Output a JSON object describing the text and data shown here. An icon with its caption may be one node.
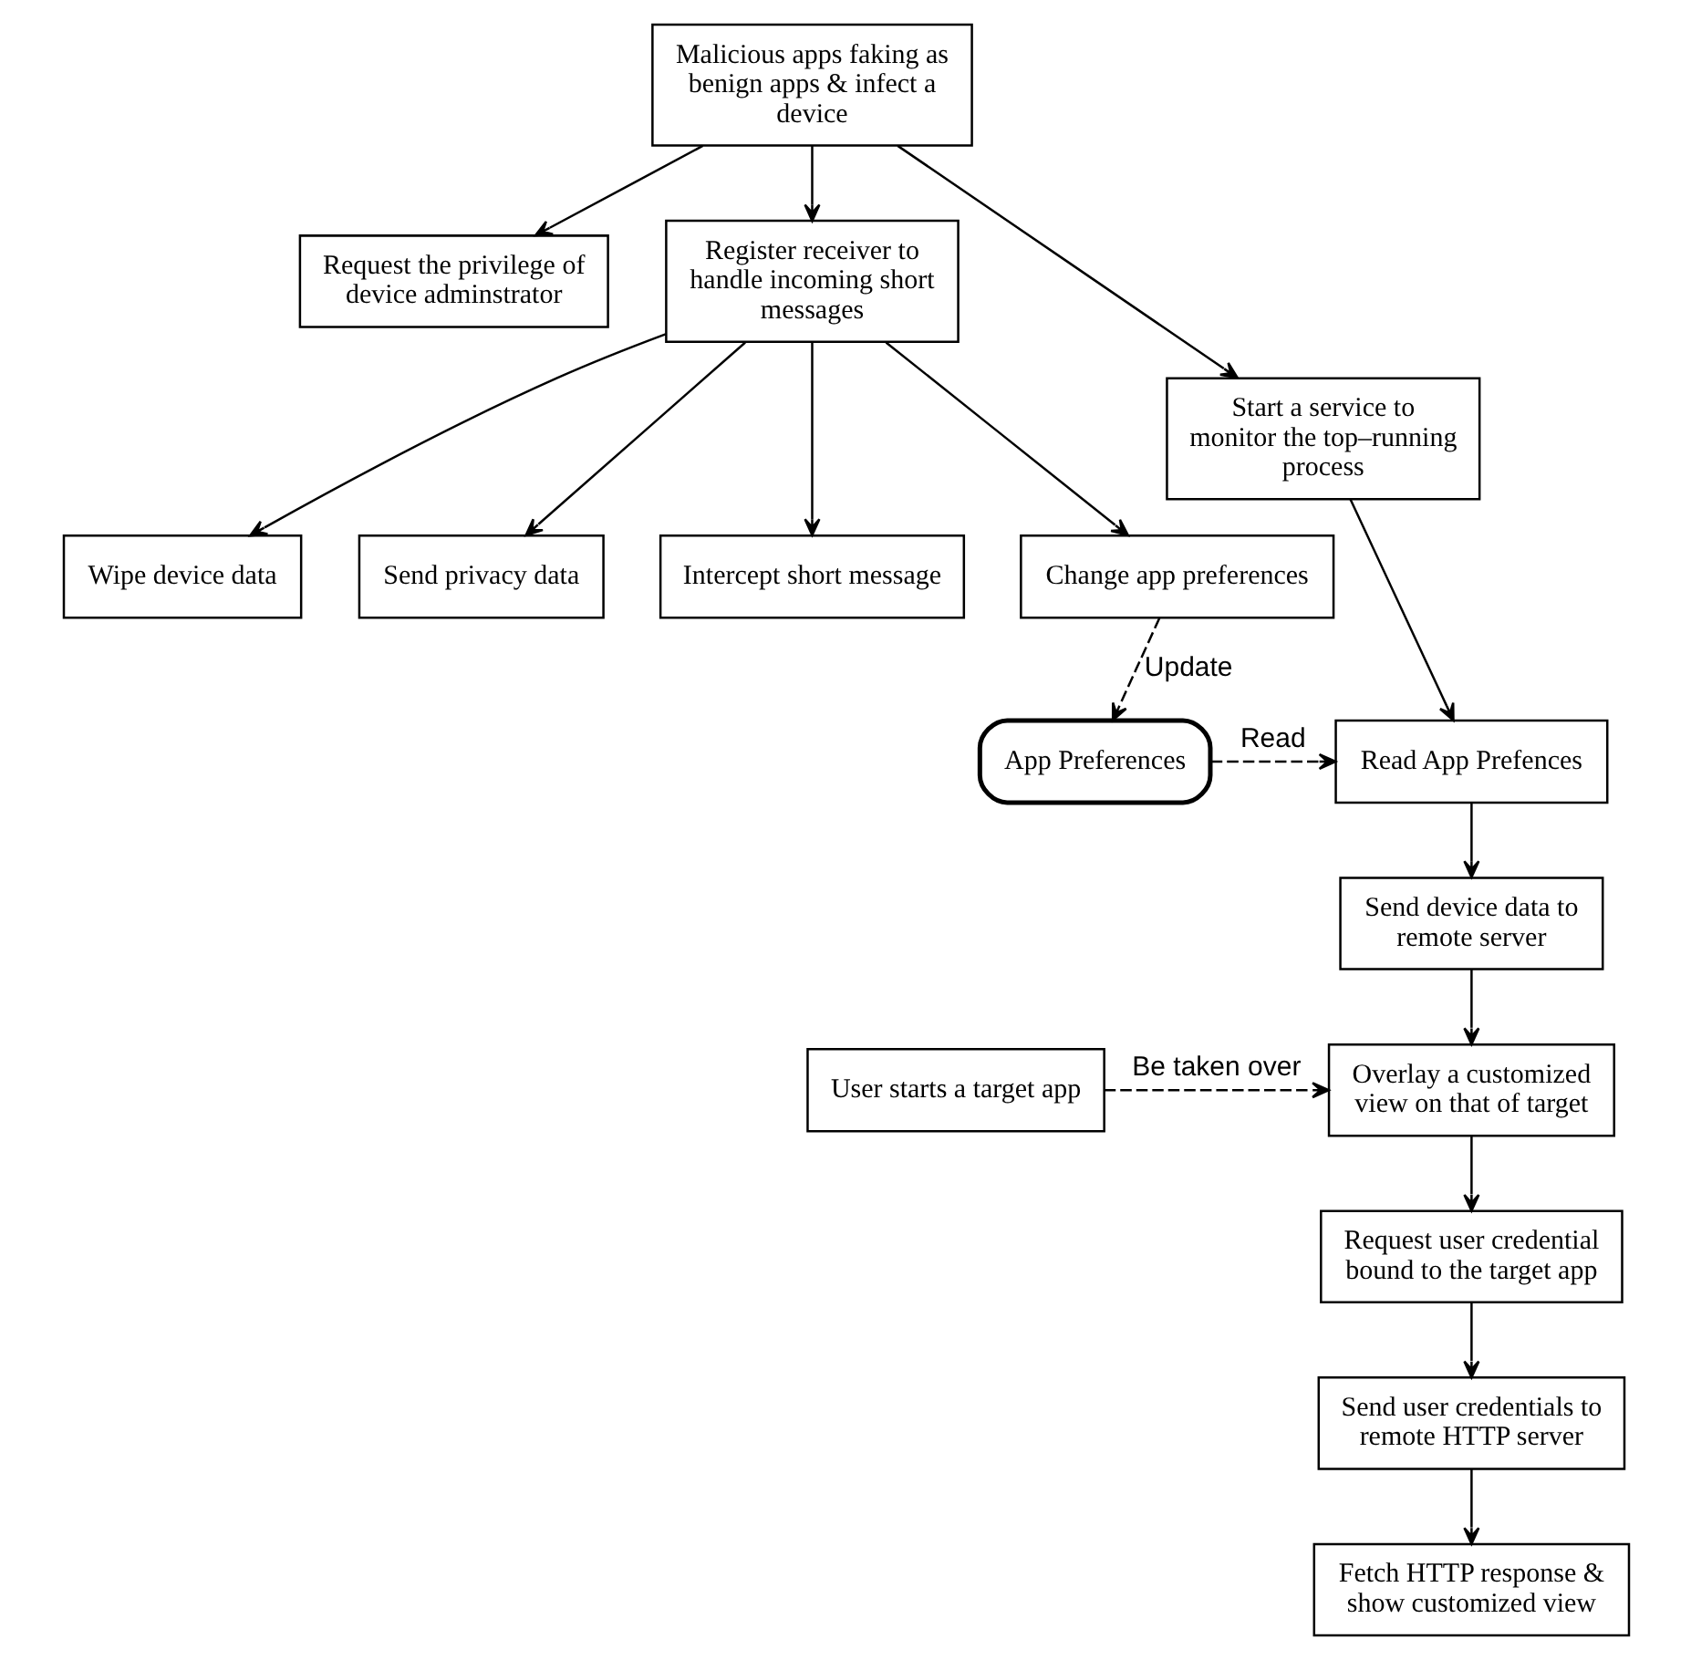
{
  "diagram": {
    "nodes": [
      {
        "text": [
          "Malicious apps faking as benign apps & infect a device"
        ]
      },
      {
        "text": [
          "Request the privilege of device adminstrator"
        ]
      },
      {
        "text": [
          "Register receiver to handle incoming short messages"
        ]
      },
      {
        "text": [
          "Start a service to monitor the top–running process"
        ]
      },
      {
        "text": [
          "Wipe device data"
        ]
      },
      {
        "text": [
          "Send privacy data"
        ]
      },
      {
        "text": [
          "Intercept short message"
        ]
      },
      {
        "text": [
          "Change app preferences"
        ]
      },
      {
        "text": [
          "App Preferences"
        ]
      },
      {
        "text": [
          "Read App Prefences"
        ]
      },
      {
        "text": [
          "Send device data to remote server"
        ]
      },
      {
        "text": [
          "Overlay a customized view on that of target"
        ]
      },
      {
        "text": [
          "User starts a target app"
        ]
      },
      {
        "text": [
          "Request user credential bound to the target app"
        ]
      },
      {
        "text": [
          "Send user credentials to remote HTTP server"
        ]
      },
      {
        "text": [
          "Fetch HTTP response & show customized view"
        ]
      }
    ],
    "edges": [
      {
        "from": 0,
        "to": 1,
        "arrow": "to"
      },
      {
        "from": 0,
        "to": 2,
        "arrow": "to"
      },
      {
        "from": 0,
        "to": 3,
        "arrow": "to"
      },
      {
        "from": 2,
        "to": 4,
        "arrow": "to"
      },
      {
        "from": 2,
        "to": 5,
        "arrow": "to"
      },
      {
        "from": 2,
        "to": 6,
        "arrow": "to"
      },
      {
        "from": 2,
        "to": 7,
        "arrow": "to"
      },
      {
        "from": 7,
        "to": 8,
        "arrow": "to",
        "style": "dashed",
        "label": "Update"
      },
      {
        "from": 8,
        "to": 9,
        "arrow": "to",
        "style": "dashed",
        "label": "Read"
      },
      {
        "from": 3,
        "to": 9,
        "arrow": "to"
      },
      {
        "from": 9,
        "to": 10,
        "arrow": "to"
      },
      {
        "from": 10,
        "to": 11,
        "arrow": "to"
      },
      {
        "from": 12,
        "to": 11,
        "arrow": "to",
        "style": "dashed",
        "label": "Be taken over"
      },
      {
        "from": 11,
        "to": 13,
        "arrow": "to"
      },
      {
        "from": 13,
        "to": 14,
        "arrow": "to"
      },
      {
        "from": 14,
        "to": 15,
        "arrow": "to"
      }
    ]
  }
}
